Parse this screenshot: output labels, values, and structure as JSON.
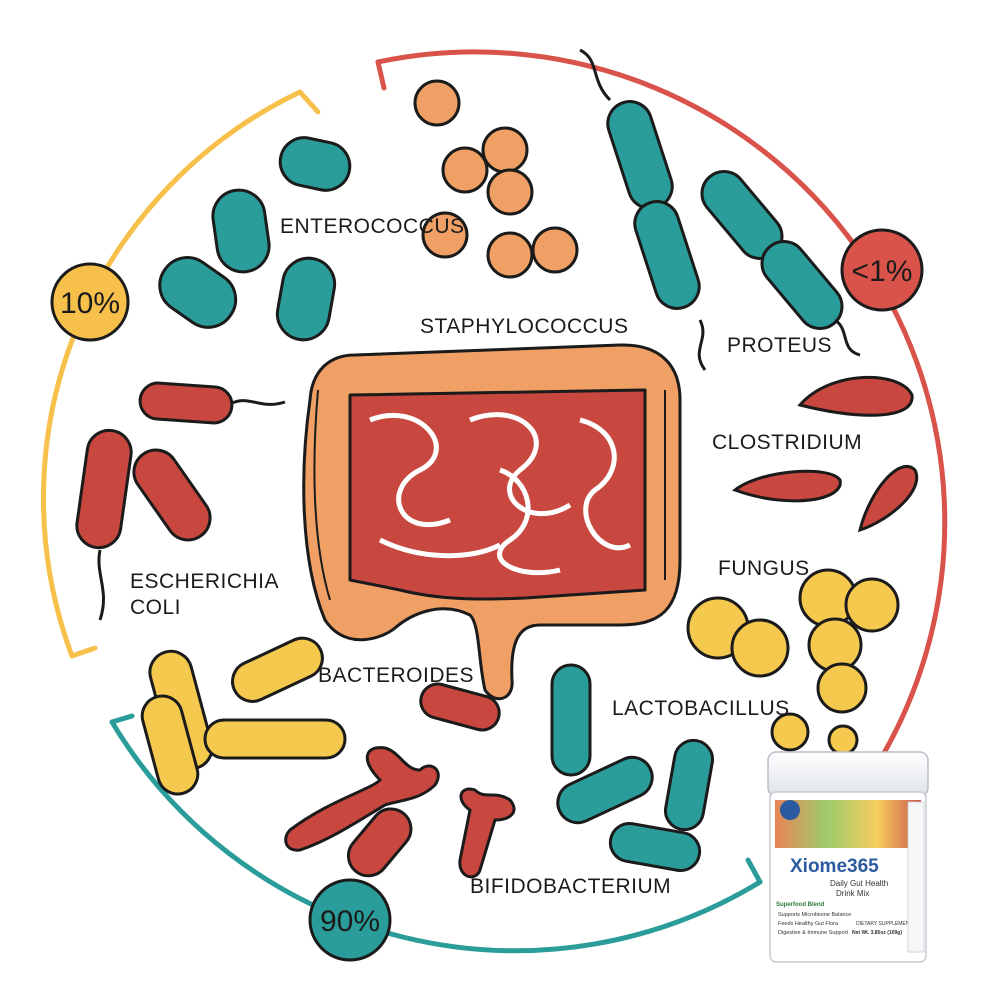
{
  "labels": {
    "enterococcus": "ENTEROCOCCUS",
    "staphylococcus": "STAPHYLOCOCCUS",
    "proteus": "PROTEUS",
    "clostridium": "CLOSTRIDIUM",
    "fungus": "FUNGUS",
    "escherichia_line1": "ESCHERICHIA",
    "escherichia_line2": "COLI",
    "bacteroides": "BACTEROIDES",
    "lactobacillus": "LACTOBACILLUS",
    "bifidobacterium": "BIFIDOBACTERIUM"
  },
  "groups": [
    {
      "percent": "10%",
      "color": "#f6c04a"
    },
    {
      "percent": "<1%",
      "color": "#d9534a"
    },
    {
      "percent": "90%",
      "color": "#2a9d9a"
    }
  ],
  "product": {
    "brand": "Xiome365",
    "subtitle_line1": "Daily Gut Health",
    "subtitle_line2": "Drink Mix",
    "blend_title": "Superfood Blend",
    "benefits": [
      "Supports Microbiome Balance",
      "Feeds Healthy Gut Flora",
      "Digestive & Immune Support"
    ],
    "supplement_label": "DIETARY SUPPLEMENT",
    "net_weight": "Net Wt. 3.85oz (109g)"
  },
  "colors": {
    "teal": "#2a9d9a",
    "orange": "#f0a065",
    "red": "#c8473e",
    "yellow": "#f4c94e",
    "outline": "#1b1b1b"
  }
}
